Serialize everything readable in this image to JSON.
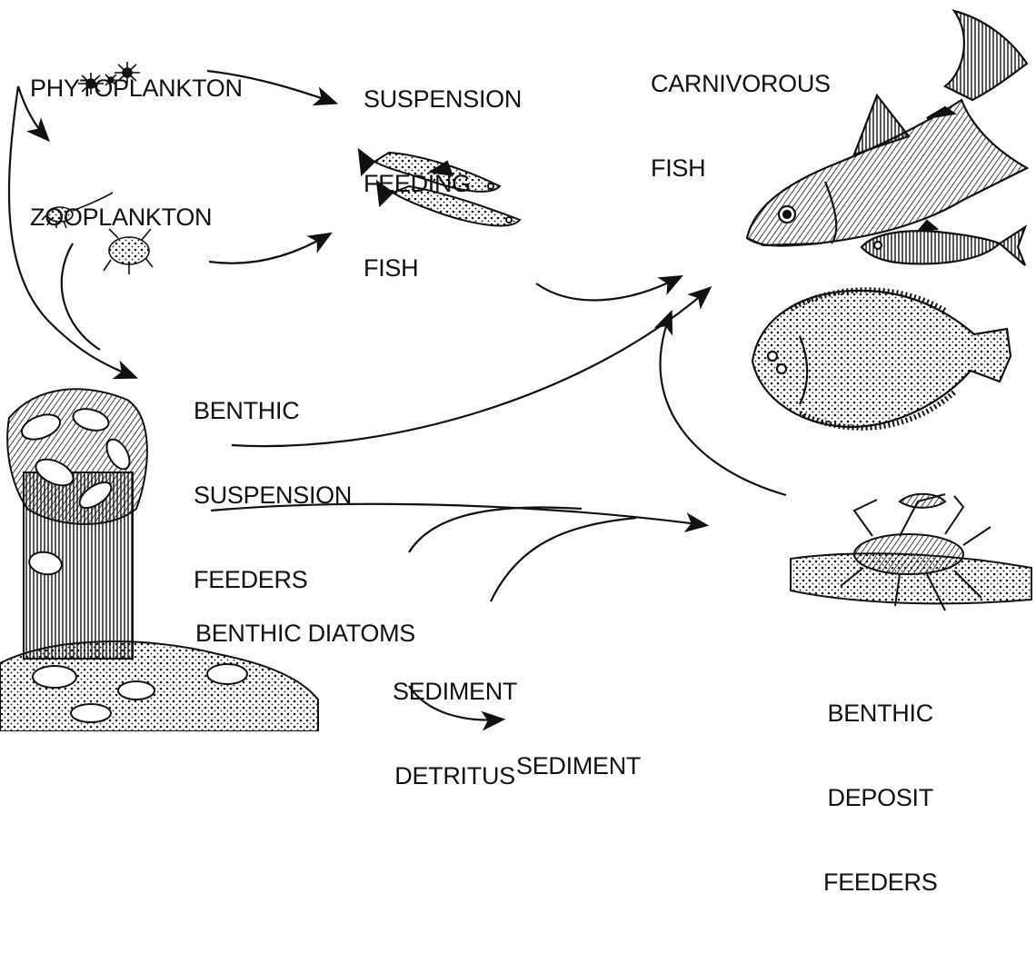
{
  "nodes": {
    "phytoplankton": [
      "PHYTOPLANKTON"
    ],
    "zooplankton": [
      "ZOOPLANKTON"
    ],
    "suspension_feeding_fish": [
      "SUSPENSION",
      "FEEDING",
      "FISH"
    ],
    "carnivorous_fish": [
      "CARNIVOROUS",
      "FISH"
    ],
    "benthic_suspension_feeders": [
      "BENTHIC",
      "SUSPENSION",
      "FEEDERS"
    ],
    "benthic_diatoms": [
      "BENTHIC DIATOMS"
    ],
    "sediment_detritus": [
      "SEDIMENT",
      "DETRITUS"
    ],
    "sediment": [
      "SEDIMENT"
    ],
    "benthic_deposit_feeders": [
      "BENTHIC",
      "DEPOSIT",
      "FEEDERS"
    ]
  },
  "icons": [
    "phytoplankton-icon",
    "zooplankton-icon",
    "anchovy-fish-icon",
    "striped-bass-icon",
    "flounder-icon",
    "mussel-piling-icon",
    "crab-icon"
  ],
  "colors": {
    "ink": "#111111",
    "background": "#ffffff"
  }
}
